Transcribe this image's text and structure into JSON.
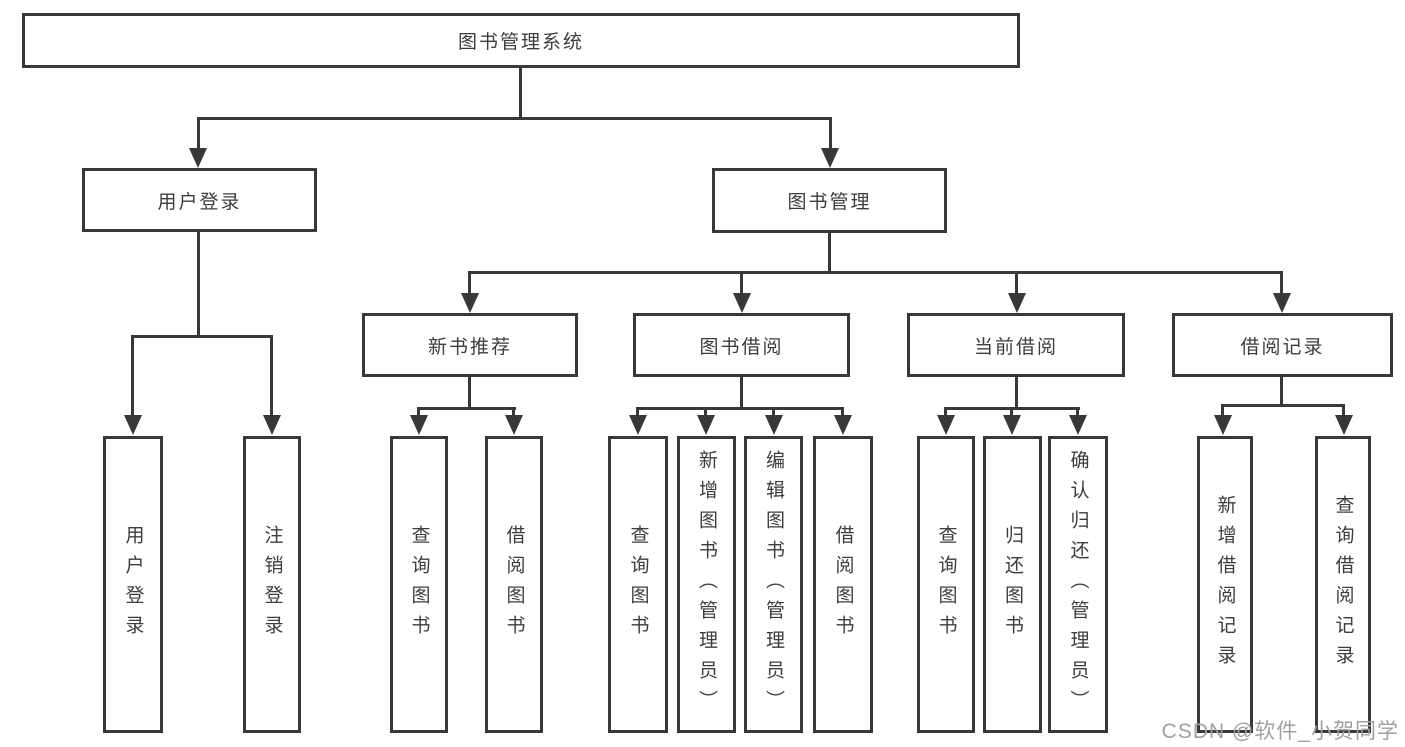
{
  "tree": {
    "root": {
      "label": "图书管理系统"
    },
    "user_login": {
      "label": "用户登录",
      "children": [
        {
          "label": "用户登录"
        },
        {
          "label": "注销登录"
        }
      ]
    },
    "book_management": {
      "label": "图书管理",
      "sections": [
        {
          "label": "新书推荐",
          "children": [
            {
              "label": "查询图书"
            },
            {
              "label": "借阅图书"
            }
          ]
        },
        {
          "label": "图书借阅",
          "children": [
            {
              "label": "查询图书"
            },
            {
              "label": "新增图书（管理员）"
            },
            {
              "label": "编辑图书（管理员）"
            },
            {
              "label": "借阅图书"
            }
          ]
        },
        {
          "label": "当前借阅",
          "children": [
            {
              "label": "查询图书"
            },
            {
              "label": "归还图书"
            },
            {
              "label": "确认归还（管理员）"
            }
          ]
        },
        {
          "label": "借阅记录",
          "children": [
            {
              "label": "新增借阅记录"
            },
            {
              "label": "查询借阅记录"
            }
          ]
        }
      ]
    }
  },
  "watermark": {
    "text": "CSDN @软件_小贺同学"
  },
  "colors": {
    "line": "#383838",
    "text": "#3d3d3d",
    "watermark": "#a0a0a0",
    "background": "#ffffff"
  }
}
